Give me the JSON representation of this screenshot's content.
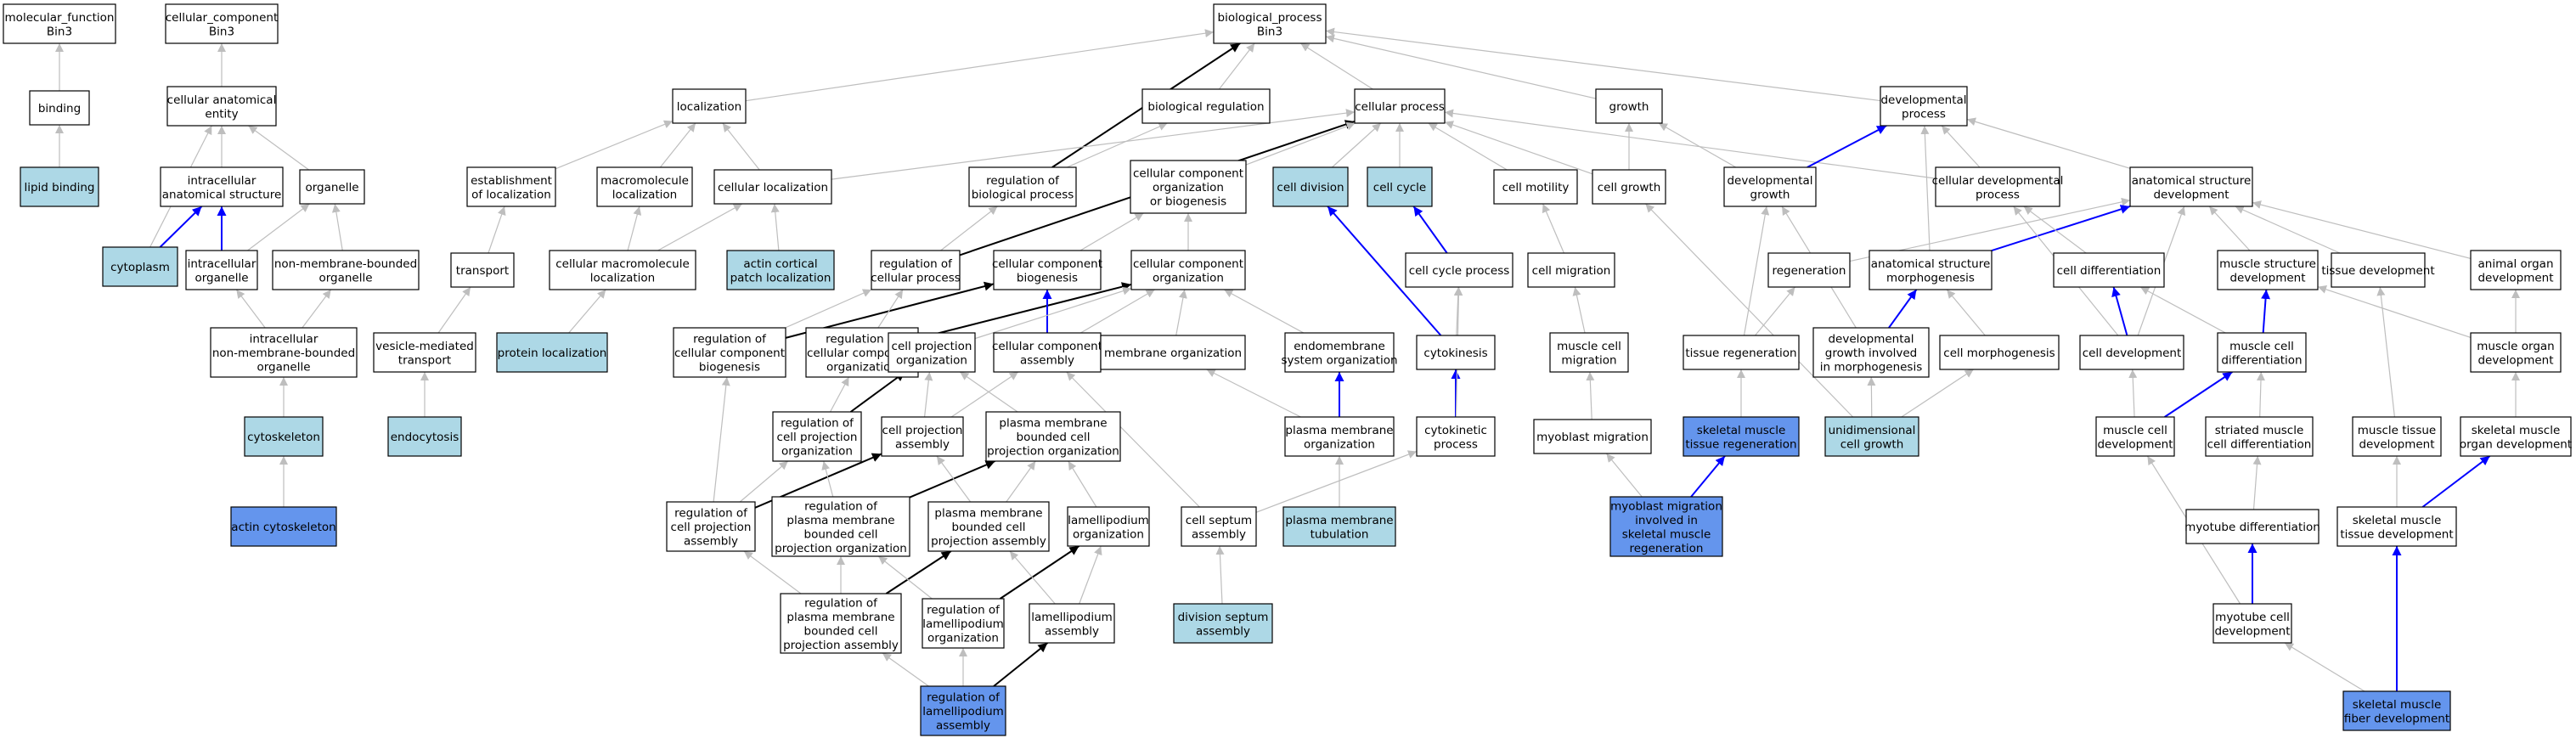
{
  "colors": {
    "default_fill": "#ffffff",
    "light_fill": "#add8e6",
    "dark_fill": "#6495ed",
    "gray_edge": "#bebebe",
    "black_edge": "#000000",
    "blue_edge": "#0000ff"
  },
  "nodes": [
    {
      "id": "mf",
      "lines": [
        "molecular_function",
        "Bin3"
      ],
      "fill": "white"
    },
    {
      "id": "cc",
      "lines": [
        "cellular_component",
        "Bin3"
      ],
      "fill": "white"
    },
    {
      "id": "bp",
      "lines": [
        "biological_process",
        "Bin3"
      ],
      "fill": "white"
    },
    {
      "id": "binding",
      "lines": [
        "binding"
      ],
      "fill": "white"
    },
    {
      "id": "lipid_binding",
      "lines": [
        "lipid binding"
      ],
      "fill": "light"
    },
    {
      "id": "cae",
      "lines": [
        "cellular anatomical",
        "entity"
      ],
      "fill": "white"
    },
    {
      "id": "ias",
      "lines": [
        "intracellular",
        "anatomical structure"
      ],
      "fill": "white"
    },
    {
      "id": "organelle",
      "lines": [
        "organelle"
      ],
      "fill": "white"
    },
    {
      "id": "cytoplasm",
      "lines": [
        "cytoplasm"
      ],
      "fill": "light"
    },
    {
      "id": "io",
      "lines": [
        "intracellular",
        "organelle"
      ],
      "fill": "white"
    },
    {
      "id": "nmbo",
      "lines": [
        "non-membrane-bounded",
        "organelle"
      ],
      "fill": "white"
    },
    {
      "id": "inmbo",
      "lines": [
        "intracellular",
        "non-membrane-bounded",
        "organelle"
      ],
      "fill": "white"
    },
    {
      "id": "cytoskeleton",
      "lines": [
        "cytoskeleton"
      ],
      "fill": "light"
    },
    {
      "id": "actin_cytoskeleton",
      "lines": [
        "actin cytoskeleton"
      ],
      "fill": "dark"
    },
    {
      "id": "localization",
      "lines": [
        "localization"
      ],
      "fill": "white"
    },
    {
      "id": "eol",
      "lines": [
        "establishment",
        "of localization"
      ],
      "fill": "white"
    },
    {
      "id": "transport",
      "lines": [
        "transport"
      ],
      "fill": "white"
    },
    {
      "id": "vmt",
      "lines": [
        "vesicle-mediated",
        "transport"
      ],
      "fill": "white"
    },
    {
      "id": "endocytosis",
      "lines": [
        "endocytosis"
      ],
      "fill": "light"
    },
    {
      "id": "macro_loc",
      "lines": [
        "macromolecule",
        "localization"
      ],
      "fill": "white"
    },
    {
      "id": "cell_loc",
      "lines": [
        "cellular localization"
      ],
      "fill": "white"
    },
    {
      "id": "cml",
      "lines": [
        "cellular macromolecule",
        "localization"
      ],
      "fill": "white"
    },
    {
      "id": "protein_loc",
      "lines": [
        "protein localization"
      ],
      "fill": "light"
    },
    {
      "id": "acpl",
      "lines": [
        "actin cortical",
        "patch localization"
      ],
      "fill": "light"
    },
    {
      "id": "bio_reg",
      "lines": [
        "biological regulation"
      ],
      "fill": "white"
    },
    {
      "id": "cell_proc",
      "lines": [
        "cellular process"
      ],
      "fill": "white"
    },
    {
      "id": "rbp",
      "lines": [
        "regulation of",
        "biological process"
      ],
      "fill": "white"
    },
    {
      "id": "rcp",
      "lines": [
        "regulation of",
        "cellular process"
      ],
      "fill": "white"
    },
    {
      "id": "ccob",
      "lines": [
        "cellular component",
        "organization",
        "or biogenesis"
      ],
      "fill": "white"
    },
    {
      "id": "ccb",
      "lines": [
        "cellular component",
        "biogenesis"
      ],
      "fill": "white"
    },
    {
      "id": "cco",
      "lines": [
        "cellular component",
        "organization"
      ],
      "fill": "white"
    },
    {
      "id": "rccb",
      "lines": [
        "regulation of",
        "cellular component",
        "biogenesis"
      ],
      "fill": "white"
    },
    {
      "id": "rcco",
      "lines": [
        "regulation of",
        "cellular component",
        "organization"
      ],
      "fill": "white"
    },
    {
      "id": "cpo",
      "lines": [
        "cell projection",
        "organization"
      ],
      "fill": "white"
    },
    {
      "id": "cca",
      "lines": [
        "cellular component",
        "assembly"
      ],
      "fill": "white"
    },
    {
      "id": "mem_org",
      "lines": [
        "membrane organization"
      ],
      "fill": "white"
    },
    {
      "id": "eso",
      "lines": [
        "endomembrane",
        "system organization"
      ],
      "fill": "white"
    },
    {
      "id": "rcpo",
      "lines": [
        "regulation of",
        "cell projection",
        "organization"
      ],
      "fill": "white"
    },
    {
      "id": "cpa",
      "lines": [
        "cell projection",
        "assembly"
      ],
      "fill": "white"
    },
    {
      "id": "pmbcpo",
      "lines": [
        "plasma membrane",
        "bounded cell",
        "projection organization"
      ],
      "fill": "white"
    },
    {
      "id": "pmo",
      "lines": [
        "plasma membrane",
        "organization"
      ],
      "fill": "white"
    },
    {
      "id": "rcpa",
      "lines": [
        "regulation of",
        "cell projection",
        "assembly"
      ],
      "fill": "white"
    },
    {
      "id": "rpmbcpo",
      "lines": [
        "regulation of",
        "plasma membrane",
        "bounded cell",
        "projection organization"
      ],
      "fill": "white"
    },
    {
      "id": "pmbcpa",
      "lines": [
        "plasma membrane",
        "bounded cell",
        "projection assembly"
      ],
      "fill": "white"
    },
    {
      "id": "lam_org",
      "lines": [
        "lamellipodium",
        "organization"
      ],
      "fill": "white"
    },
    {
      "id": "cell_septum",
      "lines": [
        "cell septum",
        "assembly"
      ],
      "fill": "white"
    },
    {
      "id": "pm_tub",
      "lines": [
        "plasma membrane",
        "tubulation"
      ],
      "fill": "light"
    },
    {
      "id": "rpmbcpa",
      "lines": [
        "regulation of",
        "plasma membrane",
        "bounded cell",
        "projection assembly"
      ],
      "fill": "white"
    },
    {
      "id": "rlo",
      "lines": [
        "regulation of",
        "lamellipodium",
        "organization"
      ],
      "fill": "white"
    },
    {
      "id": "lam_asm",
      "lines": [
        "lamellipodium",
        "assembly"
      ],
      "fill": "white"
    },
    {
      "id": "dsa",
      "lines": [
        "division septum",
        "assembly"
      ],
      "fill": "light"
    },
    {
      "id": "rla",
      "lines": [
        "regulation of",
        "lamellipodium",
        "assembly"
      ],
      "fill": "dark"
    },
    {
      "id": "cell_div",
      "lines": [
        "cell division"
      ],
      "fill": "light"
    },
    {
      "id": "cell_cycle",
      "lines": [
        "cell cycle"
      ],
      "fill": "light"
    },
    {
      "id": "ccp",
      "lines": [
        "cell cycle process"
      ],
      "fill": "white"
    },
    {
      "id": "cytokinesis",
      "lines": [
        "cytokinesis"
      ],
      "fill": "white"
    },
    {
      "id": "cyto_proc",
      "lines": [
        "cytokinetic",
        "process"
      ],
      "fill": "white"
    },
    {
      "id": "cell_mot",
      "lines": [
        "cell motility"
      ],
      "fill": "white"
    },
    {
      "id": "cell_mig",
      "lines": [
        "cell migration"
      ],
      "fill": "white"
    },
    {
      "id": "mcm",
      "lines": [
        "muscle cell",
        "migration"
      ],
      "fill": "white"
    },
    {
      "id": "myo_mig",
      "lines": [
        "myoblast migration"
      ],
      "fill": "white"
    },
    {
      "id": "mmism",
      "lines": [
        "myoblast migration",
        "involved in",
        "skeletal muscle",
        "regeneration"
      ],
      "fill": "dark"
    },
    {
      "id": "growth",
      "lines": [
        "growth"
      ],
      "fill": "white"
    },
    {
      "id": "cell_growth",
      "lines": [
        "cell growth"
      ],
      "fill": "white"
    },
    {
      "id": "dev_growth",
      "lines": [
        "developmental",
        "growth"
      ],
      "fill": "white"
    },
    {
      "id": "dev_proc",
      "lines": [
        "developmental",
        "process"
      ],
      "fill": "white"
    },
    {
      "id": "cdp",
      "lines": [
        "cellular developmental",
        "process"
      ],
      "fill": "white"
    },
    {
      "id": "asd",
      "lines": [
        "anatomical structure",
        "development"
      ],
      "fill": "white"
    },
    {
      "id": "regeneration",
      "lines": [
        "regeneration"
      ],
      "fill": "white"
    },
    {
      "id": "asm",
      "lines": [
        "anatomical structure",
        "morphogenesis"
      ],
      "fill": "white"
    },
    {
      "id": "cell_diff",
      "lines": [
        "cell differentiation"
      ],
      "fill": "white"
    },
    {
      "id": "msd",
      "lines": [
        "muscle structure",
        "development"
      ],
      "fill": "white"
    },
    {
      "id": "tissue_dev",
      "lines": [
        "tissue development"
      ],
      "fill": "white"
    },
    {
      "id": "aod",
      "lines": [
        "animal organ",
        "development"
      ],
      "fill": "white"
    },
    {
      "id": "tissue_regen",
      "lines": [
        "tissue regeneration"
      ],
      "fill": "white"
    },
    {
      "id": "dgim",
      "lines": [
        "developmental",
        "growth involved",
        "in morphogenesis"
      ],
      "fill": "white"
    },
    {
      "id": "cell_morph",
      "lines": [
        "cell morphogenesis"
      ],
      "fill": "white"
    },
    {
      "id": "cell_dev",
      "lines": [
        "cell development"
      ],
      "fill": "white"
    },
    {
      "id": "mc_diff",
      "lines": [
        "muscle cell",
        "differentiation"
      ],
      "fill": "white"
    },
    {
      "id": "mod",
      "lines": [
        "muscle organ",
        "development"
      ],
      "fill": "white"
    },
    {
      "id": "smtr",
      "lines": [
        "skeletal muscle",
        "tissue regeneration"
      ],
      "fill": "dark"
    },
    {
      "id": "ucg",
      "lines": [
        "unidimensional",
        "cell growth"
      ],
      "fill": "light"
    },
    {
      "id": "mcd",
      "lines": [
        "muscle cell",
        "development"
      ],
      "fill": "white"
    },
    {
      "id": "smcd",
      "lines": [
        "striated muscle",
        "cell differentiation"
      ],
      "fill": "white"
    },
    {
      "id": "mtd",
      "lines": [
        "muscle tissue",
        "development"
      ],
      "fill": "white"
    },
    {
      "id": "smod",
      "lines": [
        "skeletal muscle",
        "organ development"
      ],
      "fill": "white"
    },
    {
      "id": "myotube_diff",
      "lines": [
        "myotube differentiation"
      ],
      "fill": "white"
    },
    {
      "id": "smtd",
      "lines": [
        "skeletal muscle",
        "tissue development"
      ],
      "fill": "white"
    },
    {
      "id": "mcdev",
      "lines": [
        "myotube cell",
        "development"
      ],
      "fill": "white"
    },
    {
      "id": "smfd",
      "lines": [
        "skeletal muscle",
        "fiber development"
      ],
      "fill": "dark"
    }
  ],
  "edges": [
    [
      "binding",
      "mf",
      "gray"
    ],
    [
      "lipid_binding",
      "binding",
      "gray"
    ],
    [
      "cae",
      "cc",
      "gray"
    ],
    [
      "ias",
      "cae",
      "gray"
    ],
    [
      "organelle",
      "cae",
      "gray"
    ],
    [
      "cytoplasm",
      "cae",
      "gray"
    ],
    [
      "cytoplasm",
      "ias",
      "blue"
    ],
    [
      "io",
      "ias",
      "blue"
    ],
    [
      "io",
      "organelle",
      "gray"
    ],
    [
      "nmbo",
      "organelle",
      "gray"
    ],
    [
      "inmbo",
      "io",
      "gray"
    ],
    [
      "inmbo",
      "nmbo",
      "gray"
    ],
    [
      "cytoskeleton",
      "inmbo",
      "gray"
    ],
    [
      "actin_cytoskeleton",
      "cytoskeleton",
      "gray"
    ],
    [
      "localization",
      "bp",
      "gray"
    ],
    [
      "bio_reg",
      "bp",
      "gray"
    ],
    [
      "cell_proc",
      "bp",
      "gray"
    ],
    [
      "growth",
      "bp",
      "gray"
    ],
    [
      "dev_proc",
      "bp",
      "gray"
    ],
    [
      "rbp",
      "bp",
      "black"
    ],
    [
      "eol",
      "localization",
      "gray"
    ],
    [
      "macro_loc",
      "localization",
      "gray"
    ],
    [
      "cell_loc",
      "localization",
      "gray"
    ],
    [
      "transport",
      "eol",
      "gray"
    ],
    [
      "vmt",
      "transport",
      "gray"
    ],
    [
      "endocytosis",
      "vmt",
      "gray"
    ],
    [
      "cell_loc",
      "cell_proc",
      "gray"
    ],
    [
      "cml",
      "macro_loc",
      "gray"
    ],
    [
      "cml",
      "cell_loc",
      "gray"
    ],
    [
      "protein_loc",
      "cml",
      "gray"
    ],
    [
      "acpl",
      "cell_loc",
      "gray"
    ],
    [
      "rbp",
      "bio_reg",
      "gray"
    ],
    [
      "rcp",
      "rbp",
      "gray"
    ],
    [
      "rcp",
      "cell_proc",
      "black"
    ],
    [
      "ccob",
      "cell_proc",
      "gray"
    ],
    [
      "ccb",
      "ccob",
      "gray"
    ],
    [
      "cco",
      "ccob",
      "gray"
    ],
    [
      "cell_div",
      "cell_proc",
      "gray"
    ],
    [
      "cell_cycle",
      "cell_proc",
      "gray"
    ],
    [
      "cell_mot",
      "cell_proc",
      "gray"
    ],
    [
      "cell_growth",
      "cell_proc",
      "gray"
    ],
    [
      "cdp",
      "cell_proc",
      "gray"
    ],
    [
      "rccb",
      "rcp",
      "gray"
    ],
    [
      "rccb",
      "ccb",
      "black"
    ],
    [
      "rcco",
      "rcp",
      "gray"
    ],
    [
      "rcco",
      "cco",
      "black"
    ],
    [
      "cca",
      "ccb",
      "blue"
    ],
    [
      "cca",
      "cco",
      "gray"
    ],
    [
      "cpo",
      "cco",
      "gray"
    ],
    [
      "mem_org",
      "cco",
      "gray"
    ],
    [
      "eso",
      "cco",
      "gray"
    ],
    [
      "rcpo",
      "rcco",
      "gray"
    ],
    [
      "rcpo",
      "cpo",
      "black"
    ],
    [
      "cpa",
      "cpo",
      "gray"
    ],
    [
      "cpa",
      "cca",
      "gray"
    ],
    [
      "pmbcpo",
      "cpo",
      "gray"
    ],
    [
      "pmo",
      "mem_org",
      "gray"
    ],
    [
      "pmo",
      "eso",
      "blue"
    ],
    [
      "rcpa",
      "rccb",
      "gray"
    ],
    [
      "rcpa",
      "rcpo",
      "gray"
    ],
    [
      "rcpa",
      "cpa",
      "black"
    ],
    [
      "rpmbcpo",
      "rcpo",
      "gray"
    ],
    [
      "rpmbcpo",
      "pmbcpo",
      "black"
    ],
    [
      "pmbcpa",
      "cpa",
      "gray"
    ],
    [
      "pmbcpa",
      "pmbcpo",
      "gray"
    ],
    [
      "lam_org",
      "pmbcpo",
      "gray"
    ],
    [
      "cell_septum",
      "cca",
      "gray"
    ],
    [
      "cell_septum",
      "cyto_proc",
      "gray"
    ],
    [
      "pm_tub",
      "pmo",
      "gray"
    ],
    [
      "rpmbcpa",
      "rcpa",
      "gray"
    ],
    [
      "rpmbcpa",
      "rpmbcpo",
      "gray"
    ],
    [
      "rpmbcpa",
      "pmbcpa",
      "black"
    ],
    [
      "rlo",
      "rpmbcpo",
      "gray"
    ],
    [
      "rlo",
      "lam_org",
      "black"
    ],
    [
      "lam_asm",
      "pmbcpa",
      "gray"
    ],
    [
      "lam_asm",
      "lam_org",
      "gray"
    ],
    [
      "dsa",
      "cell_septum",
      "gray"
    ],
    [
      "rla",
      "rpmbcpa",
      "gray"
    ],
    [
      "rla",
      "rlo",
      "gray"
    ],
    [
      "rla",
      "lam_asm",
      "black"
    ],
    [
      "ccp",
      "cell_cycle",
      "blue"
    ],
    [
      "cytokinesis",
      "cell_div",
      "blue"
    ],
    [
      "cytokinesis",
      "ccp",
      "gray"
    ],
    [
      "cyto_proc",
      "cytokinesis",
      "blue"
    ],
    [
      "cyto_proc",
      "ccp",
      "gray"
    ],
    [
      "cell_mig",
      "cell_mot",
      "gray"
    ],
    [
      "mcm",
      "cell_mig",
      "gray"
    ],
    [
      "myo_mig",
      "mcm",
      "gray"
    ],
    [
      "mmism",
      "myo_mig",
      "gray"
    ],
    [
      "mmism",
      "smtr",
      "blue"
    ],
    [
      "cell_growth",
      "growth",
      "gray"
    ],
    [
      "dev_growth",
      "growth",
      "gray"
    ],
    [
      "dev_growth",
      "dev_proc",
      "blue"
    ],
    [
      "cdp",
      "dev_proc",
      "gray"
    ],
    [
      "asd",
      "dev_proc",
      "gray"
    ],
    [
      "asm",
      "dev_proc",
      "gray"
    ],
    [
      "regeneration",
      "asd",
      "gray"
    ],
    [
      "asm",
      "asd",
      "blue"
    ],
    [
      "cell_diff",
      "cdp",
      "gray"
    ],
    [
      "msd",
      "asd",
      "gray"
    ],
    [
      "tissue_dev",
      "asd",
      "gray"
    ],
    [
      "aod",
      "asd",
      "gray"
    ],
    [
      "tissue_regen",
      "regeneration",
      "gray"
    ],
    [
      "tissue_regen",
      "dev_growth",
      "gray"
    ],
    [
      "dgim",
      "asm",
      "blue"
    ],
    [
      "dgim",
      "dev_growth",
      "gray"
    ],
    [
      "cell_morph",
      "asm",
      "gray"
    ],
    [
      "cell_dev",
      "cell_diff",
      "blue"
    ],
    [
      "cell_dev",
      "asd",
      "gray"
    ],
    [
      "cell_dev",
      "cdp",
      "gray"
    ],
    [
      "mc_diff",
      "cell_diff",
      "gray"
    ],
    [
      "mc_diff",
      "msd",
      "blue"
    ],
    [
      "mod",
      "msd",
      "gray"
    ],
    [
      "mod",
      "aod",
      "gray"
    ],
    [
      "smtr",
      "tissue_regen",
      "gray"
    ],
    [
      "ucg",
      "cell_growth",
      "gray"
    ],
    [
      "ucg",
      "dgim",
      "gray"
    ],
    [
      "ucg",
      "cell_morph",
      "gray"
    ],
    [
      "mcd",
      "cell_dev",
      "gray"
    ],
    [
      "mcd",
      "mc_diff",
      "blue"
    ],
    [
      "smcd",
      "mc_diff",
      "gray"
    ],
    [
      "mtd",
      "tissue_dev",
      "gray"
    ],
    [
      "smod",
      "mod",
      "gray"
    ],
    [
      "myotube_diff",
      "smcd",
      "gray"
    ],
    [
      "smtd",
      "mtd",
      "gray"
    ],
    [
      "smtd",
      "smod",
      "blue"
    ],
    [
      "mcdev",
      "mcd",
      "gray"
    ],
    [
      "mcdev",
      "myotube_diff",
      "blue"
    ],
    [
      "smfd",
      "mcdev",
      "gray"
    ],
    [
      "smfd",
      "smtd",
      "blue"
    ]
  ]
}
